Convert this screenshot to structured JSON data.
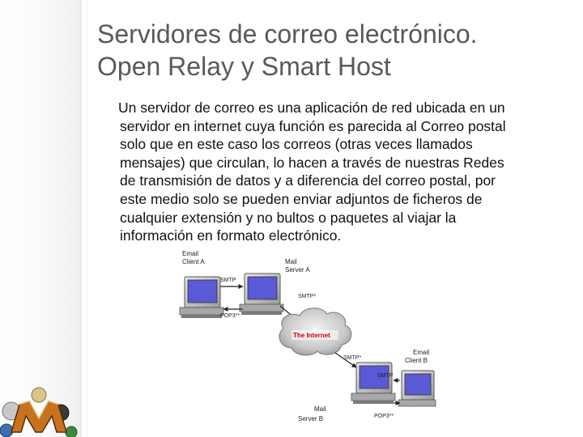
{
  "slide": {
    "title_lines": [
      "Servidores de correo electrónico.",
      "Open Relay y Smart Host"
    ],
    "body_lines": [
      "Un servidor de correo es una aplicación de red ubicada en un",
      "servidor en internet cuya función es parecida al Correo postal",
      "solo que en este caso los correos (otras veces llamados",
      "mensajes) que circulan, lo hacen a través de nuestras Redes",
      "de transmisión de datos y a diferencia del correo postal, por",
      "este medio solo se pueden enviar adjuntos de ficheros de",
      "cualquier extensión y no bultos o paquetes al viajar la",
      "información en formato electrónico."
    ]
  },
  "diagram": {
    "email_client_a": [
      "Email",
      "Client A"
    ],
    "mail_server_a": [
      "Mail",
      "Server A"
    ],
    "smtp_a": "SMTP",
    "pop3_a": "POP3**",
    "smtp_relay_a": "SMTP*",
    "internet": "The Internet",
    "smtp_relay_b": "SMTP*",
    "email_client_b": [
      "Email",
      "Client B"
    ],
    "smtp_b": "SMTP",
    "mail_server_b": [
      "Mail",
      "Server B"
    ],
    "pop3_b": "POP3**",
    "colors": {
      "screen": "#5a5ad6",
      "arrow": "#222222",
      "internet_text": "#cc0000"
    }
  },
  "colors": {
    "title": "#58595b",
    "body": "#111111"
  },
  "logo": {
    "icon": "ornamental-m-logo"
  }
}
